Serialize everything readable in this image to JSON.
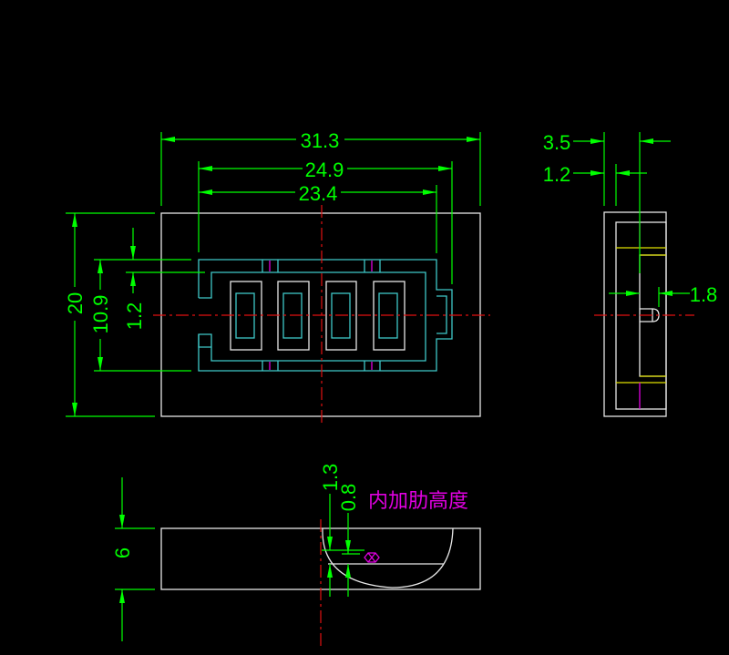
{
  "dimensions": {
    "overall_width": "31.3",
    "outer_frame_width": "24.9",
    "inner_frame_width": "23.4",
    "overall_height": "20",
    "frame_height": "10.9",
    "wall": "1.2",
    "side_depth": "3.5",
    "side_wall": "1.2",
    "side_step": "1.8",
    "bottom_height": "6",
    "rib_top": "1.3",
    "rib_height": "0.8"
  },
  "annotation": "内加肋高度",
  "colors": {
    "background": "#000000",
    "dimension": "#00ff00",
    "outline": "#e8e8e8",
    "frame": "#3fc8c8",
    "centerline": "#e01010",
    "note": "#e000e0"
  }
}
